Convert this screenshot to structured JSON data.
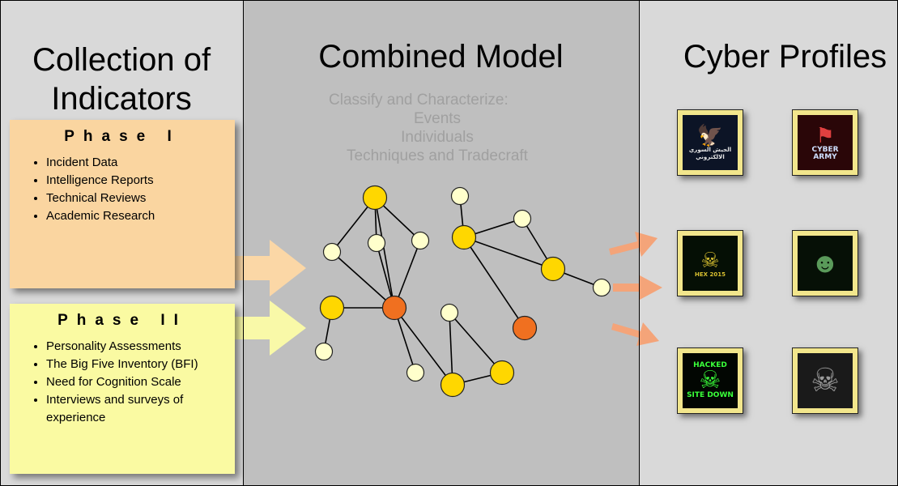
{
  "columns": {
    "left_title_line1": "Collection of",
    "left_title_line2": "Indicators",
    "middle_title": "Combined Model",
    "right_title": "Cyber Profiles"
  },
  "model_subtitle": [
    "Classify and Characterize:",
    "Events",
    "Individuals",
    "Techniques and Tradecraft"
  ],
  "phase1": {
    "title": "Phase I",
    "items": [
      "Incident Data",
      "Intelligence Reports",
      "Technical Reviews",
      "Academic Research"
    ]
  },
  "phase2": {
    "title": "Phase II",
    "items": [
      "Personality Assessments",
      "The Big Five Inventory (BFI)",
      "Need for Cognition Scale",
      "Interviews and surveys of experience"
    ]
  },
  "graph": {
    "node_kinds": {
      "minor": "#ffffcc",
      "major": "#ffd700",
      "hub": "#f07020"
    }
  },
  "profiles": [
    {
      "icon": "eagle-emblem-icon",
      "glyph": "🦅",
      "caption": "الجيش السوري الالكتروني"
    },
    {
      "icon": "cyber-army-flag-icon",
      "glyph": "⚑",
      "caption": "CYBER"
    },
    {
      "icon": "green-code-skull-icon",
      "glyph": "☠",
      "caption": "HEX 2015"
    },
    {
      "icon": "anonymous-mask-icon",
      "glyph": "☻",
      "caption": ""
    },
    {
      "icon": "skull-swords-icon",
      "glyph": "☠",
      "caption": "HACKED"
    },
    {
      "icon": "skull-crossbones-icon",
      "glyph": "☠",
      "caption": ""
    }
  ],
  "profile_captions_extra": {
    "cyber_second": "ARMY",
    "hacked_bottom": "SITE DOWN"
  },
  "colors": {
    "left_panel": "#d9d9d9",
    "middle_panel": "#bfbfbf",
    "right_panel": "#d9d9d9",
    "phase1_fill": "#fad5a0",
    "phase2_fill": "#fafaa2",
    "phase1_arrow": "#fbd7a6",
    "phase2_arrow": "#f9f9a8",
    "profile_arrows": "#f4a479",
    "thumb_frame": "#f2e68c"
  }
}
